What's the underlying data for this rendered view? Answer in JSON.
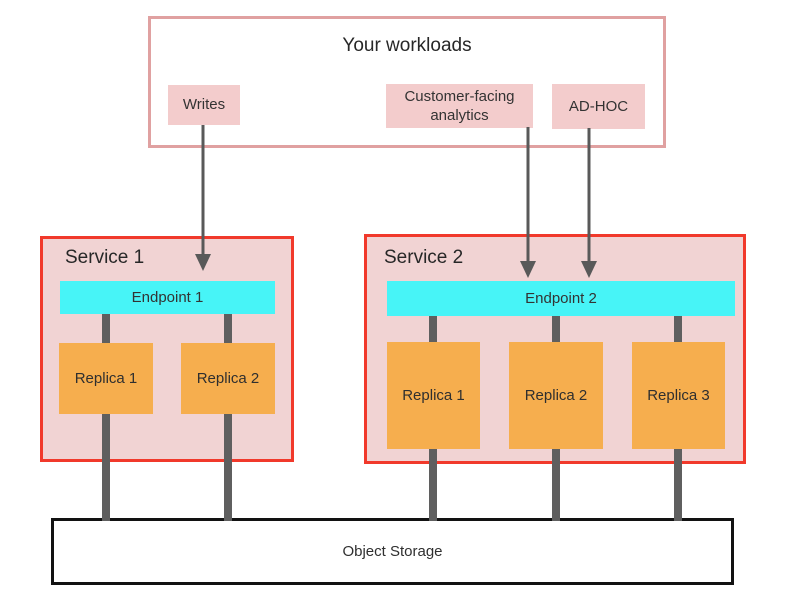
{
  "workloads": {
    "title": "Your workloads",
    "chips": [
      {
        "label": "Writes"
      },
      {
        "label": "Customer-facing analytics"
      },
      {
        "label": "AD-HOC"
      }
    ]
  },
  "services": [
    {
      "title": "Service 1",
      "endpoint": "Endpoint 1",
      "replicas": [
        {
          "label": "Replica 1"
        },
        {
          "label": "Replica 2"
        }
      ]
    },
    {
      "title": "Service 2",
      "endpoint": "Endpoint 2",
      "replicas": [
        {
          "label": "Replica 1"
        },
        {
          "label": "Replica 2"
        },
        {
          "label": "Replica 3"
        }
      ]
    }
  ],
  "storage": {
    "label": "Object Storage"
  },
  "colors": {
    "workloads_border": "#e0a1a1",
    "chip_fill": "#f3cccc",
    "service_border": "#f1392b",
    "service_fill": "#f1d3d3",
    "endpoint_fill": "#47f4f7",
    "replica_fill": "#f6ae4e",
    "connector_gray": "#5f5f5f",
    "arrow_gray": "#595959",
    "storage_border": "#121212"
  }
}
